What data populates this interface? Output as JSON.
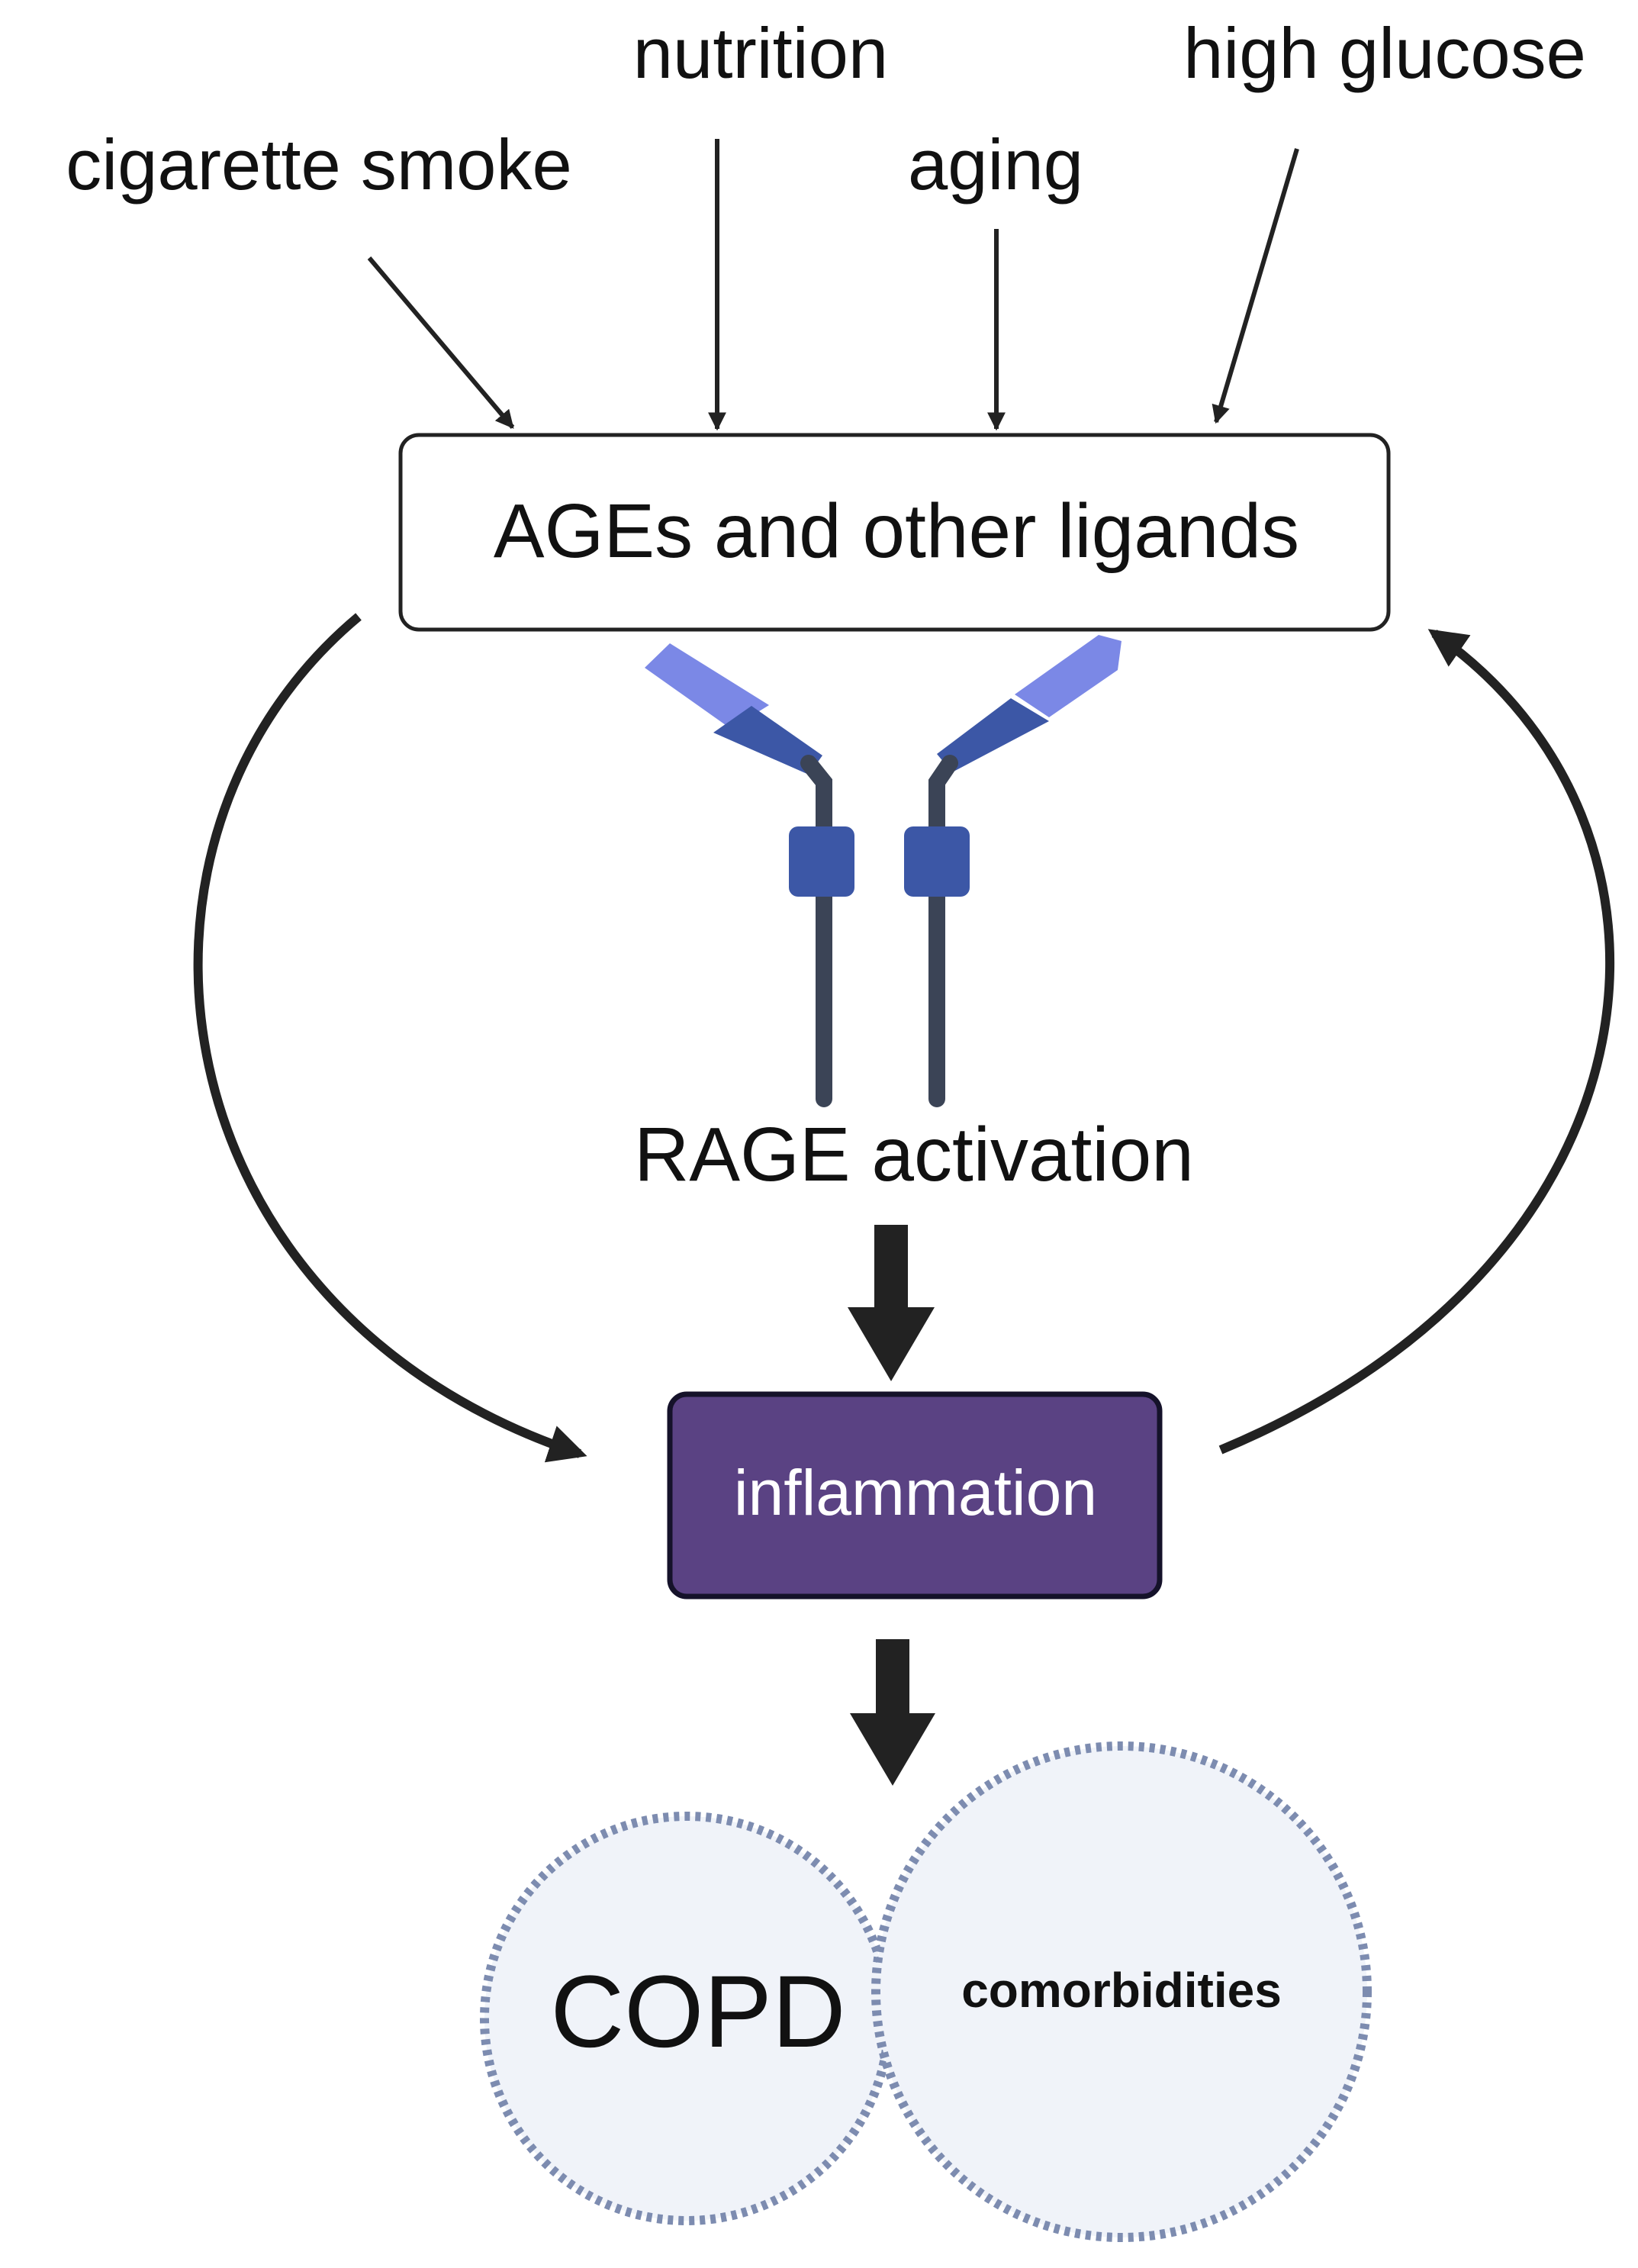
{
  "factors": {
    "cigarette_smoke": "cigarette smoke",
    "nutrition": "nutrition",
    "aging": "aging",
    "high_glucose": "high glucose"
  },
  "ligands_box": {
    "label": "AGEs and other ligands"
  },
  "receptor": {
    "label": "RAGE activation",
    "icon": "rage-receptor-icon",
    "colors": {
      "light_domain": "#7b88e6",
      "dark_domain": "#3c57a6",
      "stalk": "#3b4456"
    }
  },
  "inflammation_box": {
    "label": "inflammation",
    "fill": "#5a4283",
    "border": "#15122a",
    "text_color": "#ffffff"
  },
  "outcomes": {
    "copd": "COPD",
    "comorbidities": "comorbidities",
    "circle_fill": "#f0f3f9",
    "circle_border": "#7d8cb0"
  },
  "colors": {
    "arrow": "#222222"
  }
}
